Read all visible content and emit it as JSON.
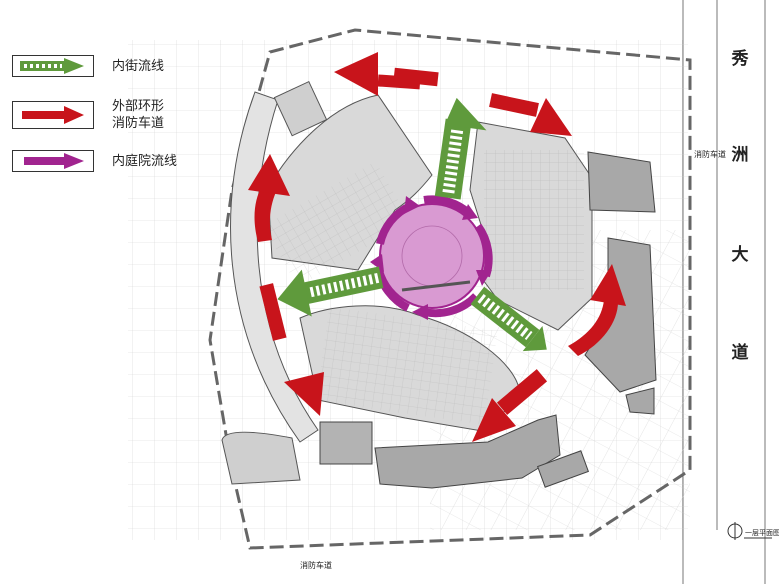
{
  "legend": {
    "items": [
      {
        "label": "内街流线",
        "icon": "green-dashed-arrow-icon"
      },
      {
        "label": "外部环形",
        "label2": "消防车道",
        "icon": "red-arrow-icon"
      },
      {
        "label": "内庭院流线",
        "icon": "purple-arrow-icon"
      }
    ]
  },
  "roads": {
    "east_chars": [
      "秀",
      "洲",
      "大",
      "道"
    ],
    "fire_lane_east": "消防车道",
    "fire_lane_south": "消防车道"
  },
  "plan_title": "一层平面图",
  "colors": {
    "internal_street": "#5f9a3c",
    "fire_lane": "#c8141b",
    "courtyard": "#a1248f",
    "courtyard_fill": "#d99ad2",
    "building_fill": "#d9d9d9",
    "building_dark": "#a8a8a8"
  }
}
